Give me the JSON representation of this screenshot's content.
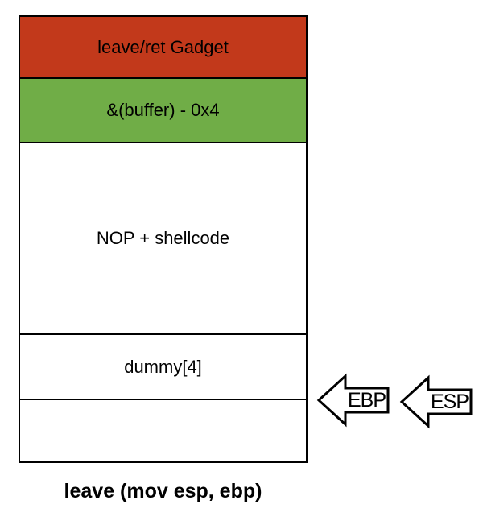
{
  "colors": {
    "red": "#C2391B",
    "green": "#70AD47",
    "ink": "#000000",
    "bg": "#FFFFFF"
  },
  "stack": {
    "rows": [
      {
        "id": "leave-ret-gadget",
        "label": "leave/ret Gadget",
        "fill": "red"
      },
      {
        "id": "buffer-address",
        "label": "&(buffer) - 0x4",
        "fill": "green"
      },
      {
        "id": "nop-shellcode",
        "label": "NOP + shellcode",
        "fill": "white"
      },
      {
        "id": "dummy",
        "label": "dummy[4]",
        "fill": "white"
      },
      {
        "id": "empty",
        "label": "",
        "fill": "white"
      }
    ]
  },
  "pointers": {
    "ebp": "EBP",
    "esp": "ESP"
  },
  "caption": "leave (mov esp, ebp)"
}
